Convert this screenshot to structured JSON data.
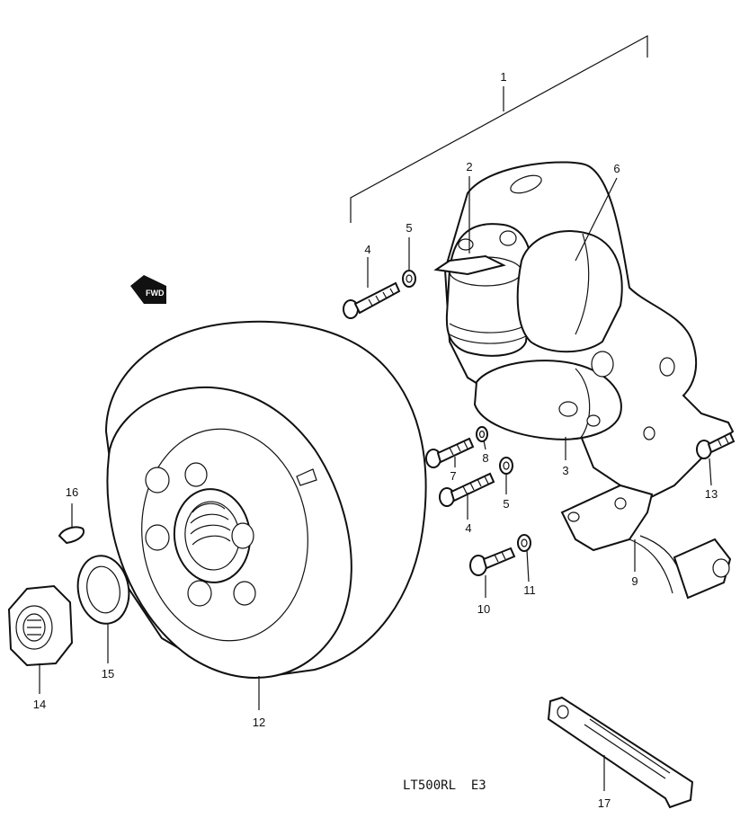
{
  "callouts": {
    "c1": "1",
    "c2": "2",
    "c3": "3",
    "c4a": "4",
    "c4b": "4",
    "c5a": "5",
    "c5b": "5",
    "c6": "6",
    "c7": "7",
    "c8": "8",
    "c9": "9",
    "c10": "10",
    "c11": "11",
    "c12": "12",
    "c13": "13",
    "c14": "14",
    "c15": "15",
    "c16": "16",
    "c17": "17"
  },
  "direction_arrow": {
    "label": "FWD"
  },
  "model_code": "LT500RL  E3"
}
